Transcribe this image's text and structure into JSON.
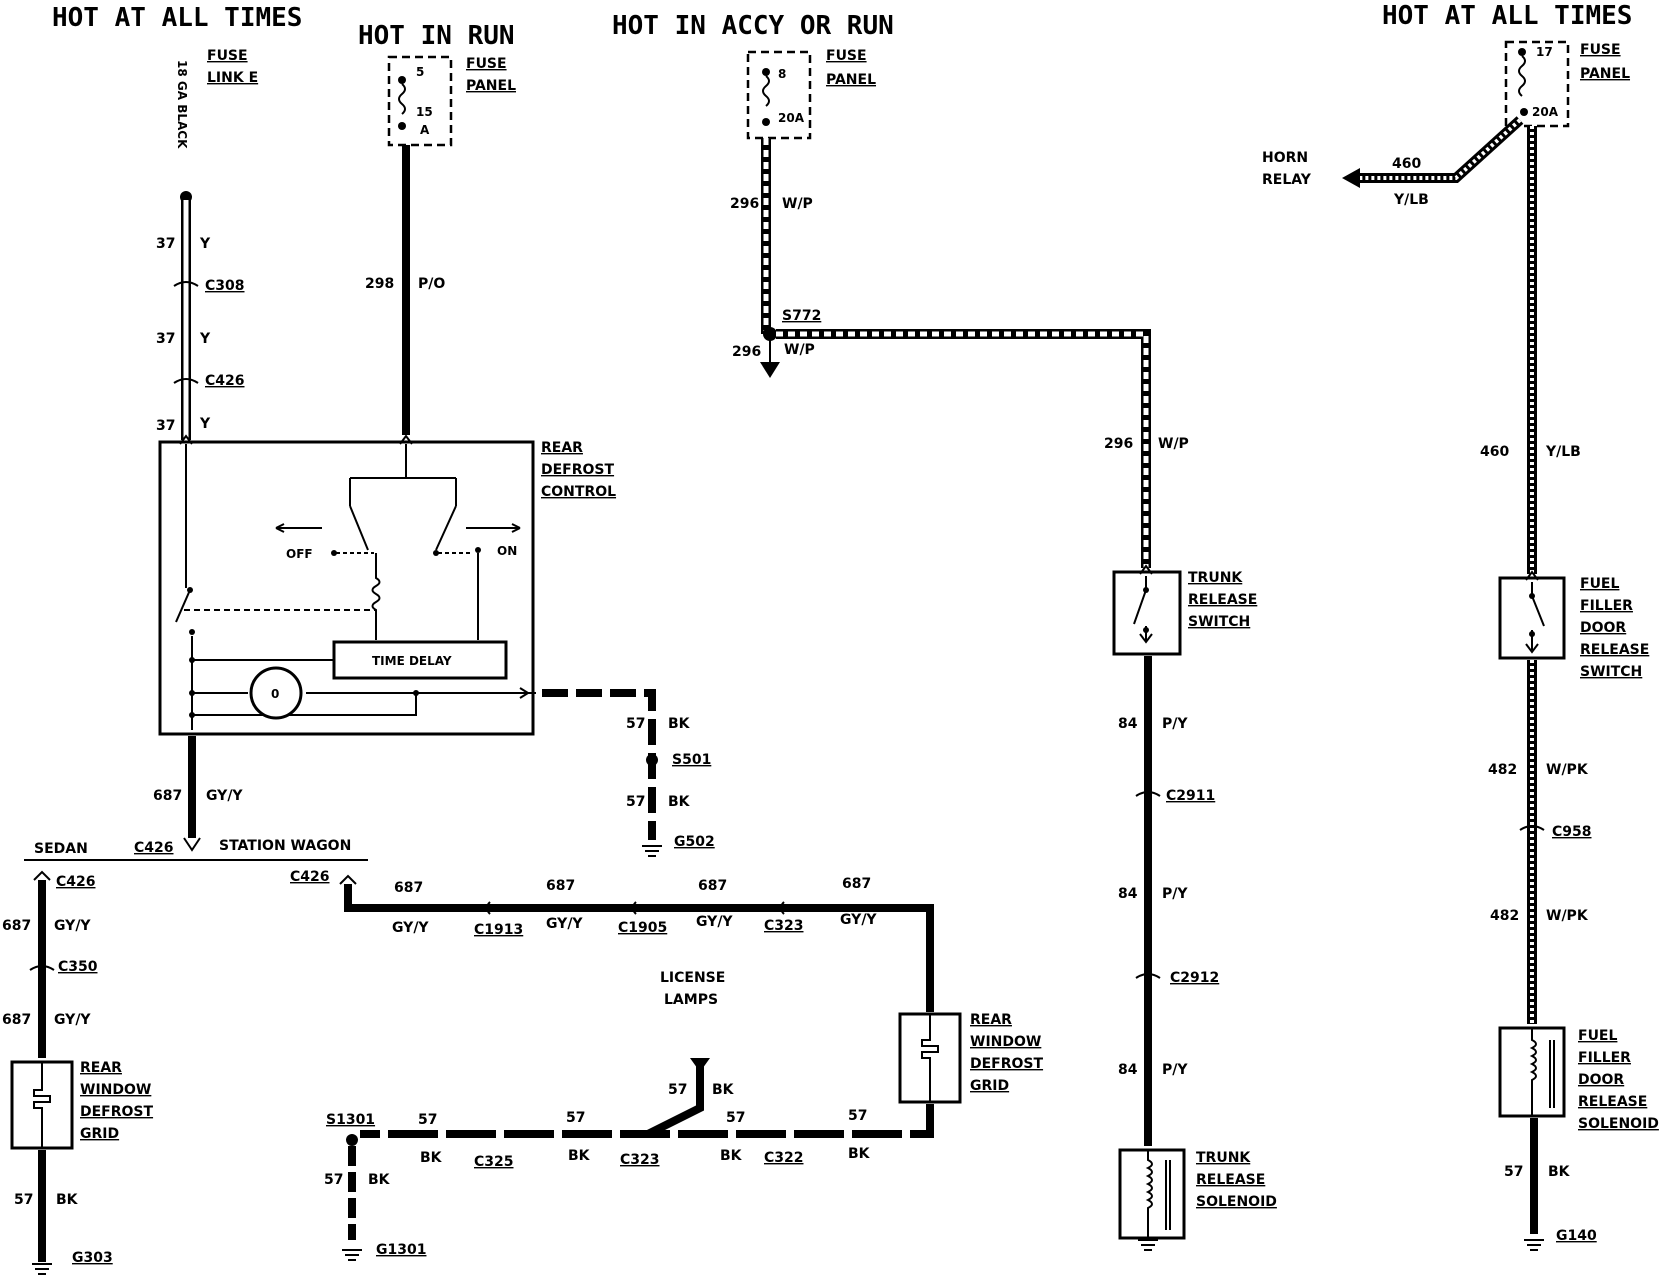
{
  "headers": {
    "hot_all_times_left": "HOT AT ALL TIMES",
    "hot_in_run": "HOT IN RUN",
    "hot_accy_or_run": "HOT IN ACCY OR RUN",
    "hot_all_times_right": "HOT AT ALL TIMES"
  },
  "fuse_link": {
    "title1": "FUSE",
    "title2": "LINK E",
    "gauge": "18 GA BLACK"
  },
  "fuse_run": {
    "title1": "FUSE",
    "title2": "PANEL",
    "num": "5",
    "amps": "15",
    "amps2": "A"
  },
  "fuse_accy": {
    "title1": "FUSE",
    "title2": "PANEL",
    "num": "8",
    "amps": "20A"
  },
  "fuse_right": {
    "title1": "FUSE",
    "title2": "PANEL",
    "num": "17",
    "amps": "20A"
  },
  "left_column": {
    "w1": "37",
    "c1": "Y",
    "conn1": "C308",
    "w2": "37",
    "c2": "Y",
    "conn2": "C426",
    "w3": "37",
    "c3": "Y"
  },
  "run_column": {
    "w": "298",
    "c": "P/O"
  },
  "control": {
    "title1": "REAR",
    "title2": "DEFROST",
    "title3": "CONTROL",
    "off": "OFF",
    "on": "ON",
    "time_delay": "TIME DELAY"
  },
  "below_control": {
    "w": "687",
    "c": "GY/Y",
    "conn": "C426",
    "sedan": "SEDAN",
    "wagon": "STATION WAGON"
  },
  "ground_s501": {
    "w1": "57",
    "c1": "BK",
    "splice": "S501",
    "w2": "57",
    "c2": "BK",
    "ground": "G502"
  },
  "sedan_branch": {
    "conn1": "C426",
    "w1": "687",
    "c1": "GY/Y",
    "conn2": "C350",
    "w2": "687",
    "c2": "GY/Y",
    "grid1": "REAR",
    "grid2": "WINDOW",
    "grid3": "DEFROST",
    "grid4": "GRID",
    "w3": "57",
    "c3": "BK",
    "ground": "G303"
  },
  "wagon_branch": {
    "conn0": "C426",
    "segs": [
      {
        "w": "687",
        "c": "GY/Y",
        "conn": "C1913"
      },
      {
        "w": "687",
        "c": "GY/Y",
        "conn": "C1905"
      },
      {
        "w": "687",
        "c": "GY/Y",
        "conn": "C323"
      },
      {
        "w": "687",
        "c": "GY/Y"
      }
    ],
    "grid1": "REAR",
    "grid2": "WINDOW",
    "grid3": "DEFROST",
    "grid4": "GRID"
  },
  "license": {
    "title1": "LICENSE",
    "title2": "LAMPS",
    "splice": "S1301",
    "ground": "G1301",
    "segs": [
      {
        "w": "57",
        "c": "BK",
        "conn": "C325"
      },
      {
        "w": "57",
        "c": "BK",
        "conn": "C323"
      },
      {
        "w": "57",
        "c": "BK",
        "conn": "C322"
      },
      {
        "w": "57",
        "c": "BK"
      }
    ],
    "up_w": "57",
    "up_c": "BK",
    "down_w": "57",
    "down_c": "BK"
  },
  "accy_column": {
    "w1": "296",
    "c1": "W/P",
    "splice": "S772",
    "w2": "296",
    "c2": "W/P",
    "w3": "296",
    "c3": "W/P"
  },
  "trunk": {
    "sw1": "TRUNK",
    "sw2": "RELEASE",
    "sw3": "SWITCH",
    "w1": "84",
    "c1": "P/Y",
    "conn1": "C2911",
    "w2": "84",
    "c2": "P/Y",
    "conn2": "C2912",
    "w3": "84",
    "c3": "P/Y",
    "sol1": "TRUNK",
    "sol2": "RELEASE",
    "sol3": "SOLENOID"
  },
  "horn": {
    "t1": "HORN",
    "t2": "RELAY",
    "w": "460",
    "c": "Y/LB"
  },
  "fuel": {
    "w1": "460",
    "c1": "Y/LB",
    "sw1": "FUEL",
    "sw2": "FILLER",
    "sw3": "DOOR",
    "sw4": "RELEASE",
    "sw5": "SWITCH",
    "w2": "482",
    "c2": "W/PK",
    "conn": "C958",
    "w3": "482",
    "c3": "W/PK",
    "sol1": "FUEL",
    "sol2": "FILLER",
    "sol3": "DOOR",
    "sol4": "RELEASE",
    "sol5": "SOLENOID",
    "w4": "57",
    "c4": "BK",
    "ground": "G140"
  }
}
